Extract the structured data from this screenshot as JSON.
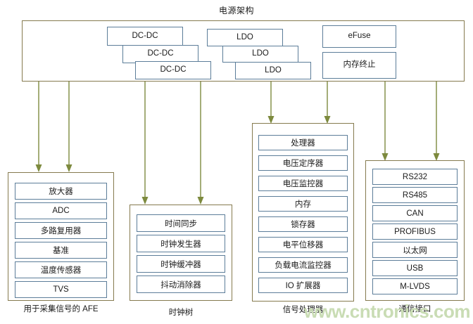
{
  "title": "电源架构",
  "colors": {
    "group_border": "#857a4e",
    "leaf_border": "#5c7d99",
    "arrow": "#7d8a3e",
    "text": "#1a1a1a",
    "watermark": "#c9dcb4",
    "background": "#ffffff"
  },
  "power_architecture": {
    "caption": "电源架构",
    "dcdc": [
      {
        "label": "DC-DC"
      },
      {
        "label": "DC-DC"
      },
      {
        "label": "DC-DC"
      }
    ],
    "ldo": [
      {
        "label": "LDO"
      },
      {
        "label": "LDO"
      },
      {
        "label": "LDO"
      }
    ],
    "misc": [
      {
        "label": "eFuse"
      },
      {
        "label": "内存终止"
      }
    ]
  },
  "groups": [
    {
      "id": "afe",
      "caption": "用于采集信号的 AFE",
      "items": [
        {
          "label": "放大器",
          "bold": false
        },
        {
          "label": "ADC",
          "bold": false
        },
        {
          "label": "多路复用器",
          "bold": false
        },
        {
          "label": "基准",
          "bold": false
        },
        {
          "label": "温度传感器",
          "bold": false
        },
        {
          "label": "TVS",
          "bold": false
        }
      ]
    },
    {
      "id": "clock-tree",
      "caption": "时钟树",
      "items": [
        {
          "label": "时间同步",
          "bold": false
        },
        {
          "label": "时钟发生器",
          "bold": false
        },
        {
          "label": "时钟缓冲器",
          "bold": false
        },
        {
          "label": "抖动消除器",
          "bold": false
        }
      ]
    },
    {
      "id": "signal-processor",
      "caption": "信号处理器",
      "items": [
        {
          "label": "处理器",
          "bold": false
        },
        {
          "label": "电压定序器",
          "bold": false
        },
        {
          "label": "电压监控器",
          "bold": false
        },
        {
          "label": "内存",
          "bold": false
        },
        {
          "label": "锁存器",
          "bold": false
        },
        {
          "label": "电平位移器",
          "bold": false
        },
        {
          "label": "负载电流监控器",
          "bold": false
        },
        {
          "label": "IO 扩展器",
          "bold": true
        }
      ]
    },
    {
      "id": "comm-interface",
      "caption": "通信接口",
      "items": [
        {
          "label": "RS232",
          "bold": false
        },
        {
          "label": "RS485",
          "bold": false
        },
        {
          "label": "CAN",
          "bold": false
        },
        {
          "label": "PROFIBUS",
          "bold": true
        },
        {
          "label": "以太网",
          "bold": false
        },
        {
          "label": "USB",
          "bold": false
        },
        {
          "label": "M-LVDS",
          "bold": false
        }
      ]
    }
  ],
  "watermark": "www.cntronics.com"
}
